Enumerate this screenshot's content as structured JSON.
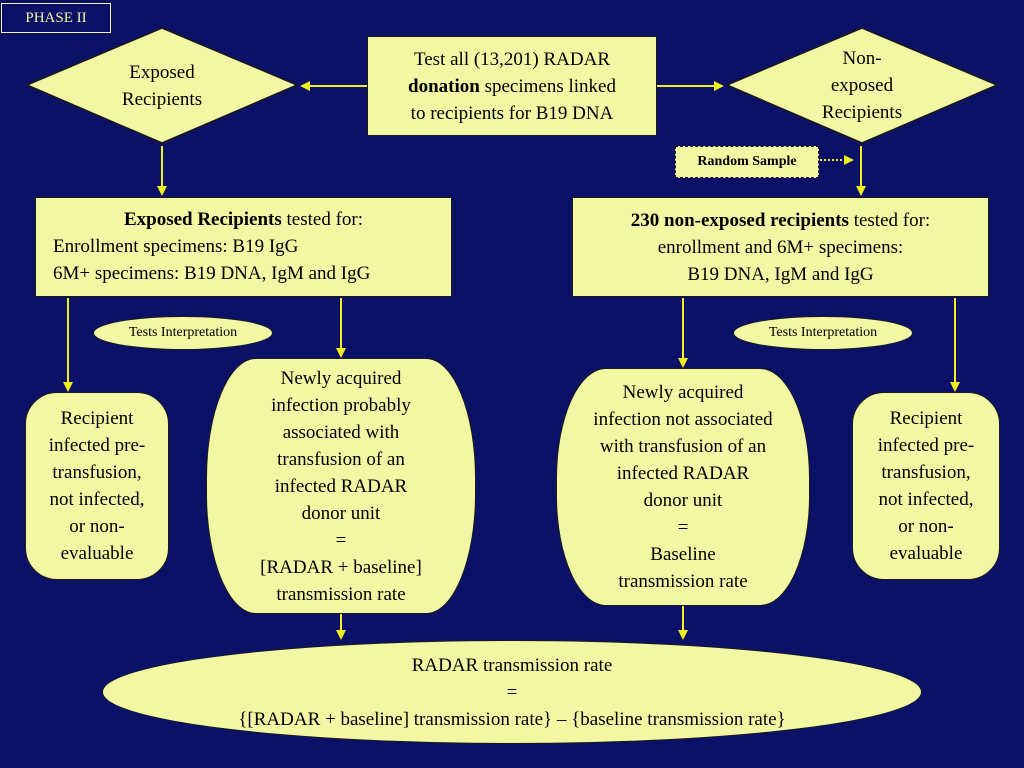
{
  "phase_label": "PHASE II",
  "top_box": {
    "line1": "Test all (13,201) RADAR",
    "line2_bold": "donation",
    "line2_rest": " specimens linked",
    "line3": "to recipients for B19 DNA"
  },
  "left_diamond": {
    "line1": "Exposed",
    "line2": "Recipients"
  },
  "right_diamond": {
    "line1": "Non-",
    "line2": "exposed",
    "line3": "Recipients"
  },
  "random_sample": "Random Sample",
  "left_box": {
    "line1_bold": "Exposed Recipients",
    "line1_rest": " tested for:",
    "line2": "Enrollment specimens:  B19 IgG",
    "line3": "6M+ specimens: B19 DNA, IgM and IgG"
  },
  "right_box": {
    "line1_bold": "230 non-exposed recipients",
    "line1_rest": " tested for:",
    "line2": "enrollment and 6M+ specimens:",
    "line3": "B19 DNA, IgM and IgG"
  },
  "tests_interp_left": "Tests Interpretation",
  "tests_interp_right": "Tests Interpretation",
  "left_outcome": [
    "Recipient",
    "infected pre-",
    "transfusion,",
    "not infected,",
    "or non-",
    "evaluable"
  ],
  "right_outcome": [
    "Recipient",
    "infected pre-",
    "transfusion,",
    "not infected,",
    "or non-",
    "evaluable"
  ],
  "left_center": [
    "Newly acquired",
    "infection probably",
    "associated with",
    "transfusion of an",
    "infected RADAR",
    "donor unit",
    "=",
    "[RADAR + baseline]",
    "transmission  rate"
  ],
  "right_center": [
    "Newly acquired",
    "infection not associated",
    "with transfusion of an",
    "infected RADAR",
    "donor unit",
    "=",
    "Baseline",
    "transmission rate"
  ],
  "bottom": {
    "line1": "RADAR transmission  rate",
    "line2": "=",
    "line3": "{[RADAR + baseline] transmission  rate} – {baseline transmission rate}"
  },
  "colors": {
    "background": "#0b1166",
    "shape_fill": "#f2f7a3",
    "arrow": "#f0f020"
  }
}
